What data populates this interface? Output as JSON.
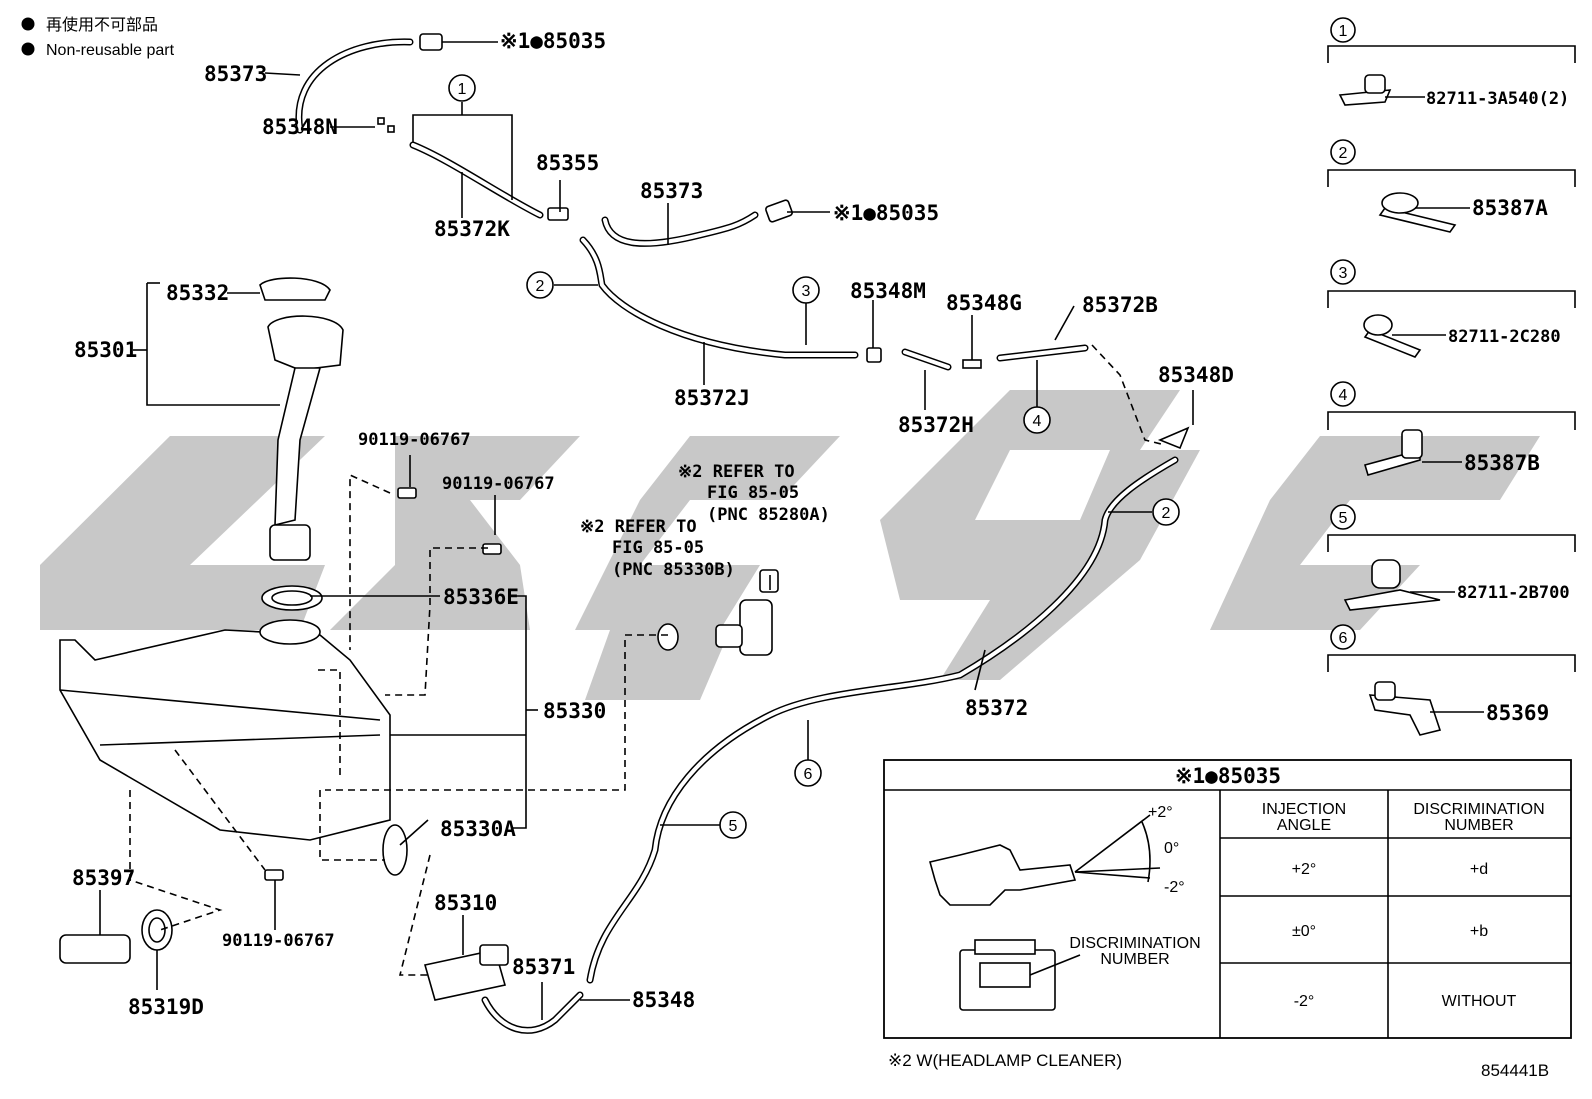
{
  "legend": {
    "line1": "再使用不可部品",
    "line2": "Non-reusable part"
  },
  "parts": {
    "p85373_top": "85373",
    "p85035_top": "※1●85035",
    "p85348N": "85348N",
    "p85372K": "85372K",
    "p85355": "85355",
    "p85373_mid": "85373",
    "p85035_mid": "※1●85035",
    "p85332": "85332",
    "p85301": "85301",
    "p85372J": "85372J",
    "p85348M": "85348M",
    "p85348G": "85348G",
    "p85372B": "85372B",
    "p85372H": "85372H",
    "p85348D": "85348D",
    "p90119_a": "90119-06767",
    "p90119_b": "90119-06767",
    "p90119_c": "90119-06767",
    "p85336E": "85336E",
    "p85330": "85330",
    "p85330A": "85330A",
    "p85397": "85397",
    "p85319D": "85319D",
    "p85310": "85310",
    "p85371": "85371",
    "p85348": "85348",
    "p85372": "85372"
  },
  "refs": {
    "ref1_l1": "※2 REFER TO",
    "ref1_l2": "FIG 85-05",
    "ref1_l3": "(PNC 85280A)",
    "ref2_l1": "※2 REFER TO",
    "ref2_l2": "FIG 85-05",
    "ref2_l3": "(PNC 85330B)"
  },
  "clips": {
    "c1": "1",
    "c2": "2",
    "c3": "3",
    "c4": "4",
    "c5": "5",
    "c6": "6"
  },
  "sidebar": [
    {
      "num": "1",
      "part": "82711-3A540(2)"
    },
    {
      "num": "2",
      "part": "85387A"
    },
    {
      "num": "3",
      "part": "82711-2C280"
    },
    {
      "num": "4",
      "part": "85387B"
    },
    {
      "num": "5",
      "part": "82711-2B700"
    },
    {
      "num": "6",
      "part": "85369"
    }
  ],
  "table": {
    "title": "※1●85035",
    "angle_plus": "+2°",
    "angle_zero": "0°",
    "angle_minus": "-2°",
    "disc_label_l1": "DISCRIMINATION",
    "disc_label_l2": "NUMBER",
    "col1_l1": "INJECTION",
    "col1_l2": "ANGLE",
    "col2_l1": "DISCRIMINATION",
    "col2_l2": "NUMBER",
    "rows": [
      {
        "angle": "+2°",
        "disc": "+d"
      },
      {
        "angle": "±0°",
        "disc": "+b"
      },
      {
        "angle": "-2°",
        "disc": "WITHOUT"
      }
    ]
  },
  "footnote": "※2 W(HEADLAMP CLEANER)",
  "diagram_code": "854441B",
  "colors": {
    "watermark": "#c8c8c8",
    "line": "#000000"
  }
}
